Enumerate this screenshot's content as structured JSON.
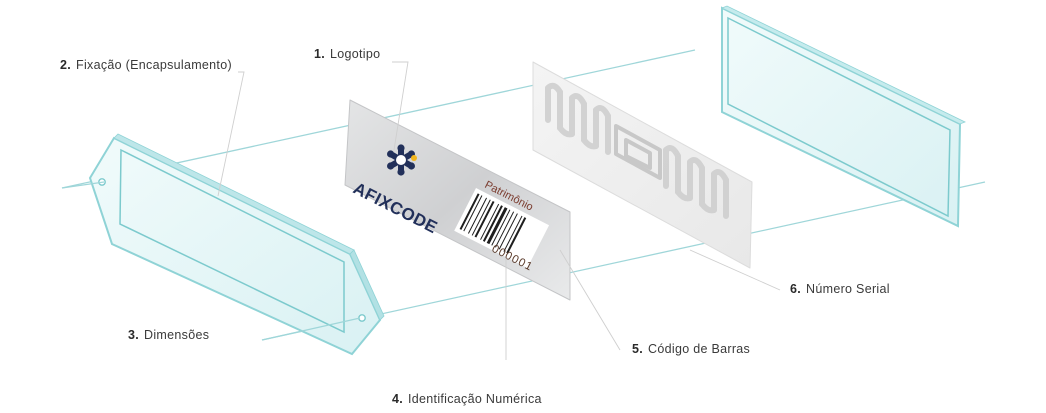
{
  "labels": [
    {
      "num": "1.",
      "text": "Logotipo"
    },
    {
      "num": "2.",
      "text": "Fixação (Encapsulamento)"
    },
    {
      "num": "3.",
      "text": "Dimensões"
    },
    {
      "num": "4.",
      "text": "Identificação Numérica"
    },
    {
      "num": "5.",
      "text": "Código de Barras"
    },
    {
      "num": "6.",
      "text": "Número Serial"
    }
  ],
  "tag": {
    "brand": "AFIXCODE",
    "field_label": "Patrimônio",
    "serial": "000001"
  },
  "colors": {
    "glass_edge": "#8fd3d6",
    "glass_fill": "#e7f7f8",
    "plate": "#d9dadb",
    "brand": "#22305a",
    "logo_accent": "#f2b51d"
  }
}
